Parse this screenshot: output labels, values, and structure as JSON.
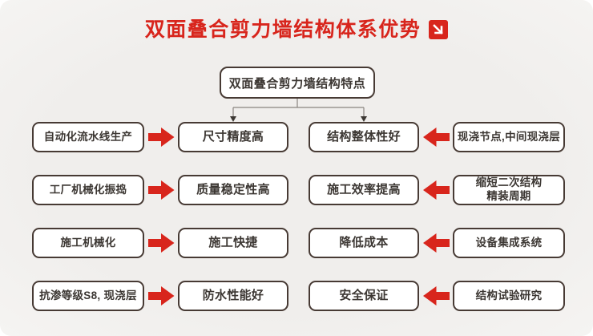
{
  "title": {
    "text": "双面叠合剪力墙结构体系优势",
    "icon": "arrow-down-right-icon"
  },
  "root": {
    "label": "双面叠合剪力墙结构特点"
  },
  "rows": [
    {
      "left_source": "自动化流水线生产",
      "left_feature": "尺寸精度高",
      "right_feature": "结构整体性好",
      "right_source": "现浇节点,中间现浇层"
    },
    {
      "left_source": "工厂机械化振捣",
      "left_feature": "质量稳定性高",
      "right_feature": "施工效率提高",
      "right_source": "缩短二次结构\n精装周期"
    },
    {
      "left_source": "施工机械化",
      "left_feature": "施工快捷",
      "right_feature": "降低成本",
      "right_source": "设备集成系统"
    },
    {
      "left_source": "抗渗等级S8, 现浇层",
      "left_feature": "防水性能好",
      "right_feature": "安全保证",
      "right_source": "结构试验研究"
    }
  ],
  "colors": {
    "accent_red": "#d8251c",
    "box_border": "#473a34",
    "background": "#f0eeec",
    "text": "#3c3733",
    "connector": "#8a8580"
  }
}
